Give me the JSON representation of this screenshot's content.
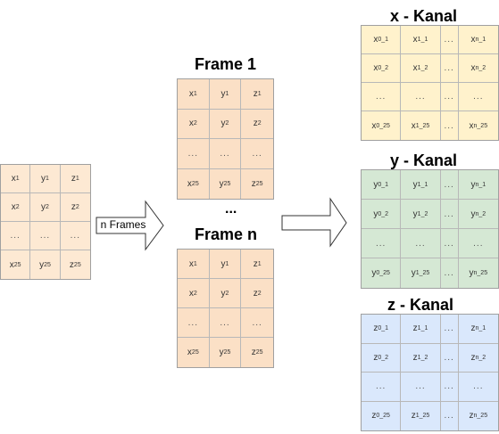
{
  "colors": {
    "input": "#fde9d3",
    "frame": "#fbe0c6",
    "x_channel": "#fff2cc",
    "y_channel": "#d5e8d4",
    "z_channel": "#dae8fc",
    "border": "#a0a0a0"
  },
  "input_table": {
    "rows": [
      [
        {
          "b": "x",
          "s": "1"
        },
        {
          "b": "y",
          "s": "1"
        },
        {
          "b": "z",
          "s": "1"
        }
      ],
      [
        {
          "b": "x",
          "s": "2"
        },
        {
          "b": "y",
          "s": "2"
        },
        {
          "b": "z",
          "s": "2"
        }
      ],
      [
        {
          "b": "...",
          "s": ""
        },
        {
          "b": "...",
          "s": ""
        },
        {
          "b": "...",
          "s": ""
        }
      ],
      [
        {
          "b": "x",
          "s": "25"
        },
        {
          "b": "y",
          "s": "25"
        },
        {
          "b": "z",
          "s": "25"
        }
      ]
    ]
  },
  "arrow_label": "n Frames",
  "frame1": {
    "title": "Frame 1",
    "rows": [
      [
        {
          "b": "x",
          "s": "1"
        },
        {
          "b": "y",
          "s": "1"
        },
        {
          "b": "z",
          "s": "1"
        }
      ],
      [
        {
          "b": "x",
          "s": "2"
        },
        {
          "b": "y",
          "s": "2"
        },
        {
          "b": "z",
          "s": "2"
        }
      ],
      [
        {
          "b": "...",
          "s": ""
        },
        {
          "b": "...",
          "s": ""
        },
        {
          "b": "...",
          "s": ""
        }
      ],
      [
        {
          "b": "x",
          "s": "25"
        },
        {
          "b": "y",
          "s": "25"
        },
        {
          "b": "z",
          "s": "25"
        }
      ]
    ]
  },
  "frames_ellipsis": "...",
  "framen": {
    "title": "Frame n",
    "rows": [
      [
        {
          "b": "x",
          "s": "1"
        },
        {
          "b": "y",
          "s": "1"
        },
        {
          "b": "z",
          "s": "1"
        }
      ],
      [
        {
          "b": "x",
          "s": "2"
        },
        {
          "b": "y",
          "s": "2"
        },
        {
          "b": "z",
          "s": "2"
        }
      ],
      [
        {
          "b": "...",
          "s": ""
        },
        {
          "b": "...",
          "s": ""
        },
        {
          "b": "...",
          "s": ""
        }
      ],
      [
        {
          "b": "x",
          "s": "25"
        },
        {
          "b": "y",
          "s": "25"
        },
        {
          "b": "z",
          "s": "25"
        }
      ]
    ]
  },
  "x_channel": {
    "title": "x - Kanal",
    "rows": [
      [
        {
          "b": "x",
          "s": "0_1"
        },
        {
          "b": "x",
          "s": "1_1"
        },
        {
          "b": "...",
          "s": ""
        },
        {
          "b": "x",
          "s": "n_1"
        }
      ],
      [
        {
          "b": "x",
          "s": "0_2"
        },
        {
          "b": "x",
          "s": "1_2"
        },
        {
          "b": "...",
          "s": ""
        },
        {
          "b": "x",
          "s": "n_2"
        }
      ],
      [
        {
          "b": "...",
          "s": ""
        },
        {
          "b": "...",
          "s": ""
        },
        {
          "b": "...",
          "s": ""
        },
        {
          "b": "...",
          "s": ""
        }
      ],
      [
        {
          "b": "x",
          "s": "0_25"
        },
        {
          "b": "x",
          "s": "1_25"
        },
        {
          "b": "...",
          "s": ""
        },
        {
          "b": "x",
          "s": "n_25"
        }
      ]
    ]
  },
  "y_channel": {
    "title": "y - Kanal",
    "rows": [
      [
        {
          "b": "y",
          "s": "0_1"
        },
        {
          "b": "y",
          "s": "1_1"
        },
        {
          "b": "...",
          "s": ""
        },
        {
          "b": "y",
          "s": "n_1"
        }
      ],
      [
        {
          "b": "y",
          "s": "0_2"
        },
        {
          "b": "y",
          "s": "1_2"
        },
        {
          "b": "...",
          "s": ""
        },
        {
          "b": "y",
          "s": "n_2"
        }
      ],
      [
        {
          "b": "...",
          "s": ""
        },
        {
          "b": "...",
          "s": ""
        },
        {
          "b": "...",
          "s": ""
        },
        {
          "b": "...",
          "s": ""
        }
      ],
      [
        {
          "b": "y",
          "s": "0_25"
        },
        {
          "b": "y",
          "s": "1_25"
        },
        {
          "b": "...",
          "s": ""
        },
        {
          "b": "y",
          "s": "n_25"
        }
      ]
    ]
  },
  "z_channel": {
    "title": "z - Kanal",
    "rows": [
      [
        {
          "b": "z",
          "s": "0_1"
        },
        {
          "b": "z",
          "s": "1_1"
        },
        {
          "b": "...",
          "s": ""
        },
        {
          "b": "z",
          "s": "n_1"
        }
      ],
      [
        {
          "b": "z",
          "s": "0_2"
        },
        {
          "b": "z",
          "s": "1_2"
        },
        {
          "b": "...",
          "s": ""
        },
        {
          "b": "z",
          "s": "n_2"
        }
      ],
      [
        {
          "b": "...",
          "s": ""
        },
        {
          "b": "...",
          "s": ""
        },
        {
          "b": "...",
          "s": ""
        },
        {
          "b": "...",
          "s": ""
        }
      ],
      [
        {
          "b": "z",
          "s": "0_25"
        },
        {
          "b": "z",
          "s": "1_25"
        },
        {
          "b": "...",
          "s": ""
        },
        {
          "b": "z",
          "s": "n_25"
        }
      ]
    ]
  }
}
